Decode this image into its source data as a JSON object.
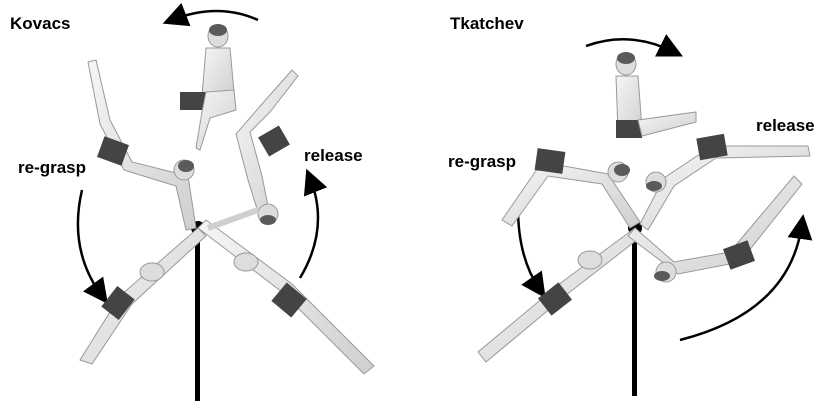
{
  "left": {
    "title": "Kovacs",
    "label_regrasp": "re-grasp",
    "label_release": "release"
  },
  "right": {
    "title": "Tkatchev",
    "label_regrasp": "re-grasp",
    "label_release": "release"
  },
  "colors": {
    "skin": "#e8e8e8",
    "shorts": "#444444",
    "hair": "#5a5a5a",
    "bar": "#000000",
    "arrow": "#000000"
  }
}
